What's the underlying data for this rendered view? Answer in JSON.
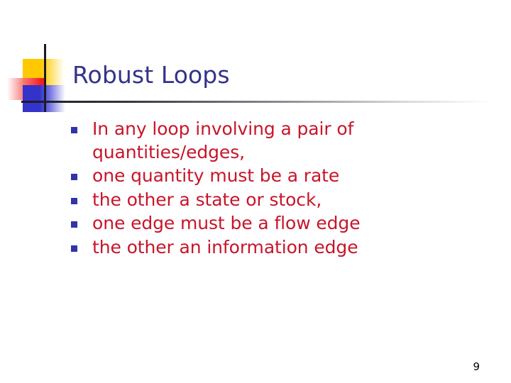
{
  "slide": {
    "title": "Robust Loops",
    "page_number": "9",
    "title_color": "#333388",
    "body_color": "#C8152A",
    "bullet_color": "#3333AA",
    "background_color": "#FFFFFF",
    "decoration": {
      "yellow_color": "#FFC800",
      "red_color": "#F42020",
      "blue_color": "#3333CC",
      "rule_color": "#1A1A24"
    },
    "bullets": [
      {
        "text": "In any loop involving a pair of quantities/edges,"
      },
      {
        "text": "one quantity must be a rate"
      },
      {
        "text": "the other a state or stock,"
      },
      {
        "text": "one edge must be a flow edge"
      },
      {
        "text": "the other an information edge"
      }
    ]
  }
}
